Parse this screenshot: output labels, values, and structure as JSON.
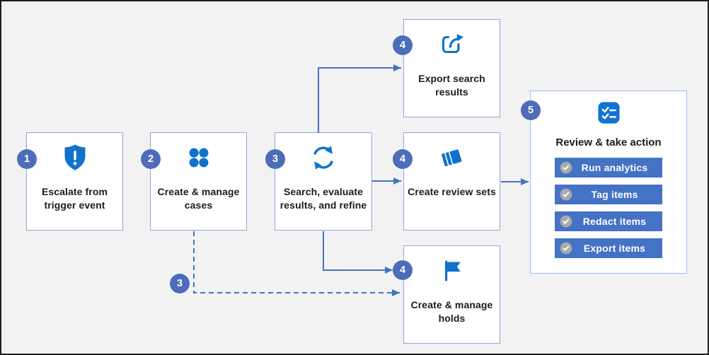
{
  "colors": {
    "background": "#f2f2f2",
    "frame_border": "#1f1f1f",
    "box_border": "#95a5d8",
    "panel_border": "#9cc3e8",
    "connector_blue": "#4472c4",
    "badge_blue": "#4d6cba",
    "icon_blue": "#1072cd",
    "button_blue": "#4472c4",
    "check_circle_gray": "#a9a9a9",
    "text_dark": "#1b1b1b"
  },
  "steps": [
    {
      "number": "1",
      "label": "Escalate from trigger event",
      "icon": "shield-exclamation-icon"
    },
    {
      "number": "2",
      "label": "Create & manage cases",
      "icon": "four-dots-icon"
    },
    {
      "number": "3",
      "label": "Search, evaluate results, and refine",
      "icon": "sync-arrows-icon"
    },
    {
      "number": "4",
      "label": "Export search results",
      "icon": "export-share-icon"
    },
    {
      "number": "4",
      "label": "Create review sets",
      "icon": "stacked-cards-icon"
    },
    {
      "number": "4",
      "label": "Create & manage holds",
      "icon": "flag-icon"
    }
  ],
  "dashed_branch_badge": "3",
  "review_panel": {
    "number": "5",
    "title": "Review & take action",
    "icon": "checklist-icon",
    "actions": [
      {
        "label": "Run analytics",
        "icon": "check-circle-icon"
      },
      {
        "label": "Tag items",
        "icon": "check-circle-icon"
      },
      {
        "label": "Redact items",
        "icon": "check-circle-icon"
      },
      {
        "label": "Export items",
        "icon": "check-circle-icon"
      }
    ]
  }
}
